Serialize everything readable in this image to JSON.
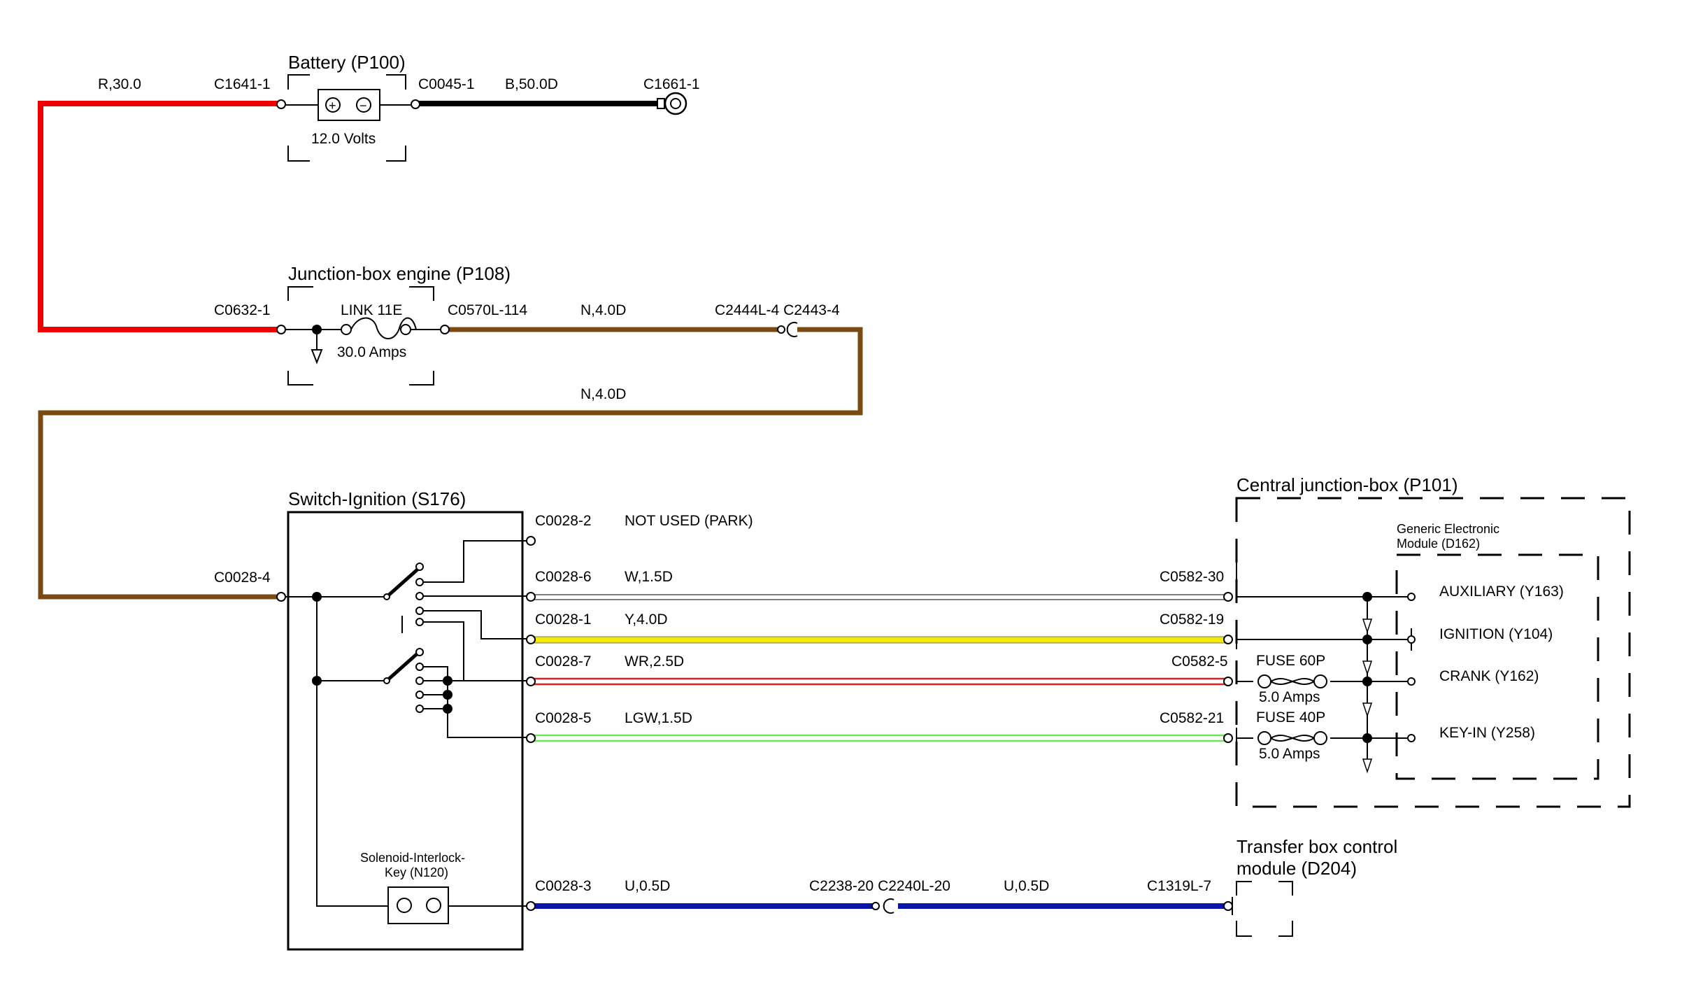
{
  "colors": {
    "red": "#ee0000",
    "black": "#000000",
    "brown": "#7a4a12",
    "white_wire": "#ffffff",
    "yellow": "#f2ea00",
    "white_red": "#e02020",
    "light_green_white": "#6ee05a",
    "blue": "#0a14a8"
  },
  "components": {
    "battery": {
      "title": "Battery (P100)",
      "voltage": "12.0 Volts",
      "plus": "+",
      "minus": "−"
    },
    "junction_engine": {
      "title": "Junction-box engine (P108)",
      "link": "LINK 11E",
      "amps": "30.0 Amps"
    },
    "switch_ignition": {
      "title": "Switch-Ignition (S176)"
    },
    "solenoid": {
      "line1": "Solenoid-Interlock-",
      "line2": "Key (N120)"
    },
    "central_jb": {
      "title": "Central junction-box (P101)"
    },
    "gem": {
      "line1": "Generic Electronic",
      "line2": "Module (D162)"
    },
    "fuse60": {
      "name": "FUSE 60P",
      "amps": "5.0 Amps"
    },
    "fuse40": {
      "name": "FUSE 40P",
      "amps": "5.0 Amps"
    },
    "transfer_box": {
      "line1": "Transfer box control",
      "line2": "module (D204)"
    }
  },
  "connectors": {
    "c1641": "C1641-1",
    "c0045": "C0045-1",
    "c1661": "C1661-1",
    "c0632": "C0632-1",
    "c0570": "C0570L-114",
    "c2444": "C2444L-4 C2443-4",
    "c0028_4": "C0028-4",
    "c0028_2": "C0028-2",
    "c0028_6": "C0028-6",
    "c0028_1": "C0028-1",
    "c0028_7": "C0028-7",
    "c0028_5": "C0028-5",
    "c0028_3": "C0028-3",
    "c0582_30": "C0582-30",
    "c0582_19": "C0582-19",
    "c0582_5": "C0582-5",
    "c0582_21": "C0582-21",
    "c2238": "C2238-20 C2240L-20",
    "c1319": "C1319L-7"
  },
  "wires": {
    "red_main": "R,30.0",
    "black_ground": "B,50.0D",
    "brown_a": "N,4.0D",
    "brown_b": "N,4.0D",
    "not_used": "NOT USED (PARK)",
    "white": "W,1.5D",
    "yellow": "Y,4.0D",
    "white_red": "WR,2.5D",
    "lgw": "LGW,1.5D",
    "blue_a": "U,0.5D",
    "blue_b": "U,0.5D"
  },
  "outputs": {
    "auxiliary": "AUXILIARY (Y163)",
    "ignition": "IGNITION (Y104)",
    "crank": "CRANK (Y162)",
    "keyin": "KEY-IN (Y258)"
  }
}
